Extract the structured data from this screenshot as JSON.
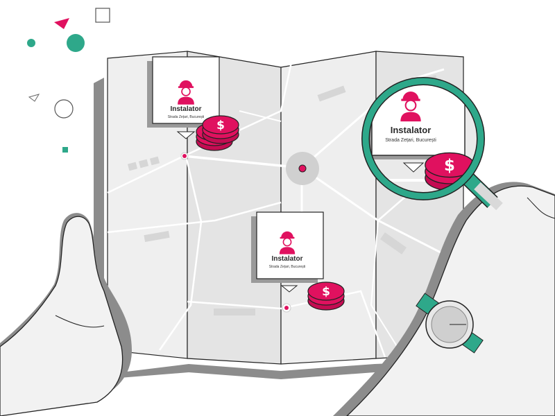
{
  "colors": {
    "accent": "#e0115f",
    "teal": "#2ea88a",
    "map_light": "#efefef",
    "map_mid": "#e3e3e3",
    "outline": "#222222",
    "shadow": "#8c8c8c"
  },
  "pins": [
    {
      "title": "Instalator",
      "address": "Strada Zețari, București"
    },
    {
      "title": "Instalator",
      "address": "Strada Zețari, București"
    },
    {
      "title": "Instalator",
      "address": "Strada Zețari, București"
    }
  ],
  "icons": {
    "worker": "worker-hardhat-icon",
    "coin": "dollar-coin-icon",
    "magnifier": "magnifying-glass-icon",
    "watch": "wristwatch-icon"
  }
}
